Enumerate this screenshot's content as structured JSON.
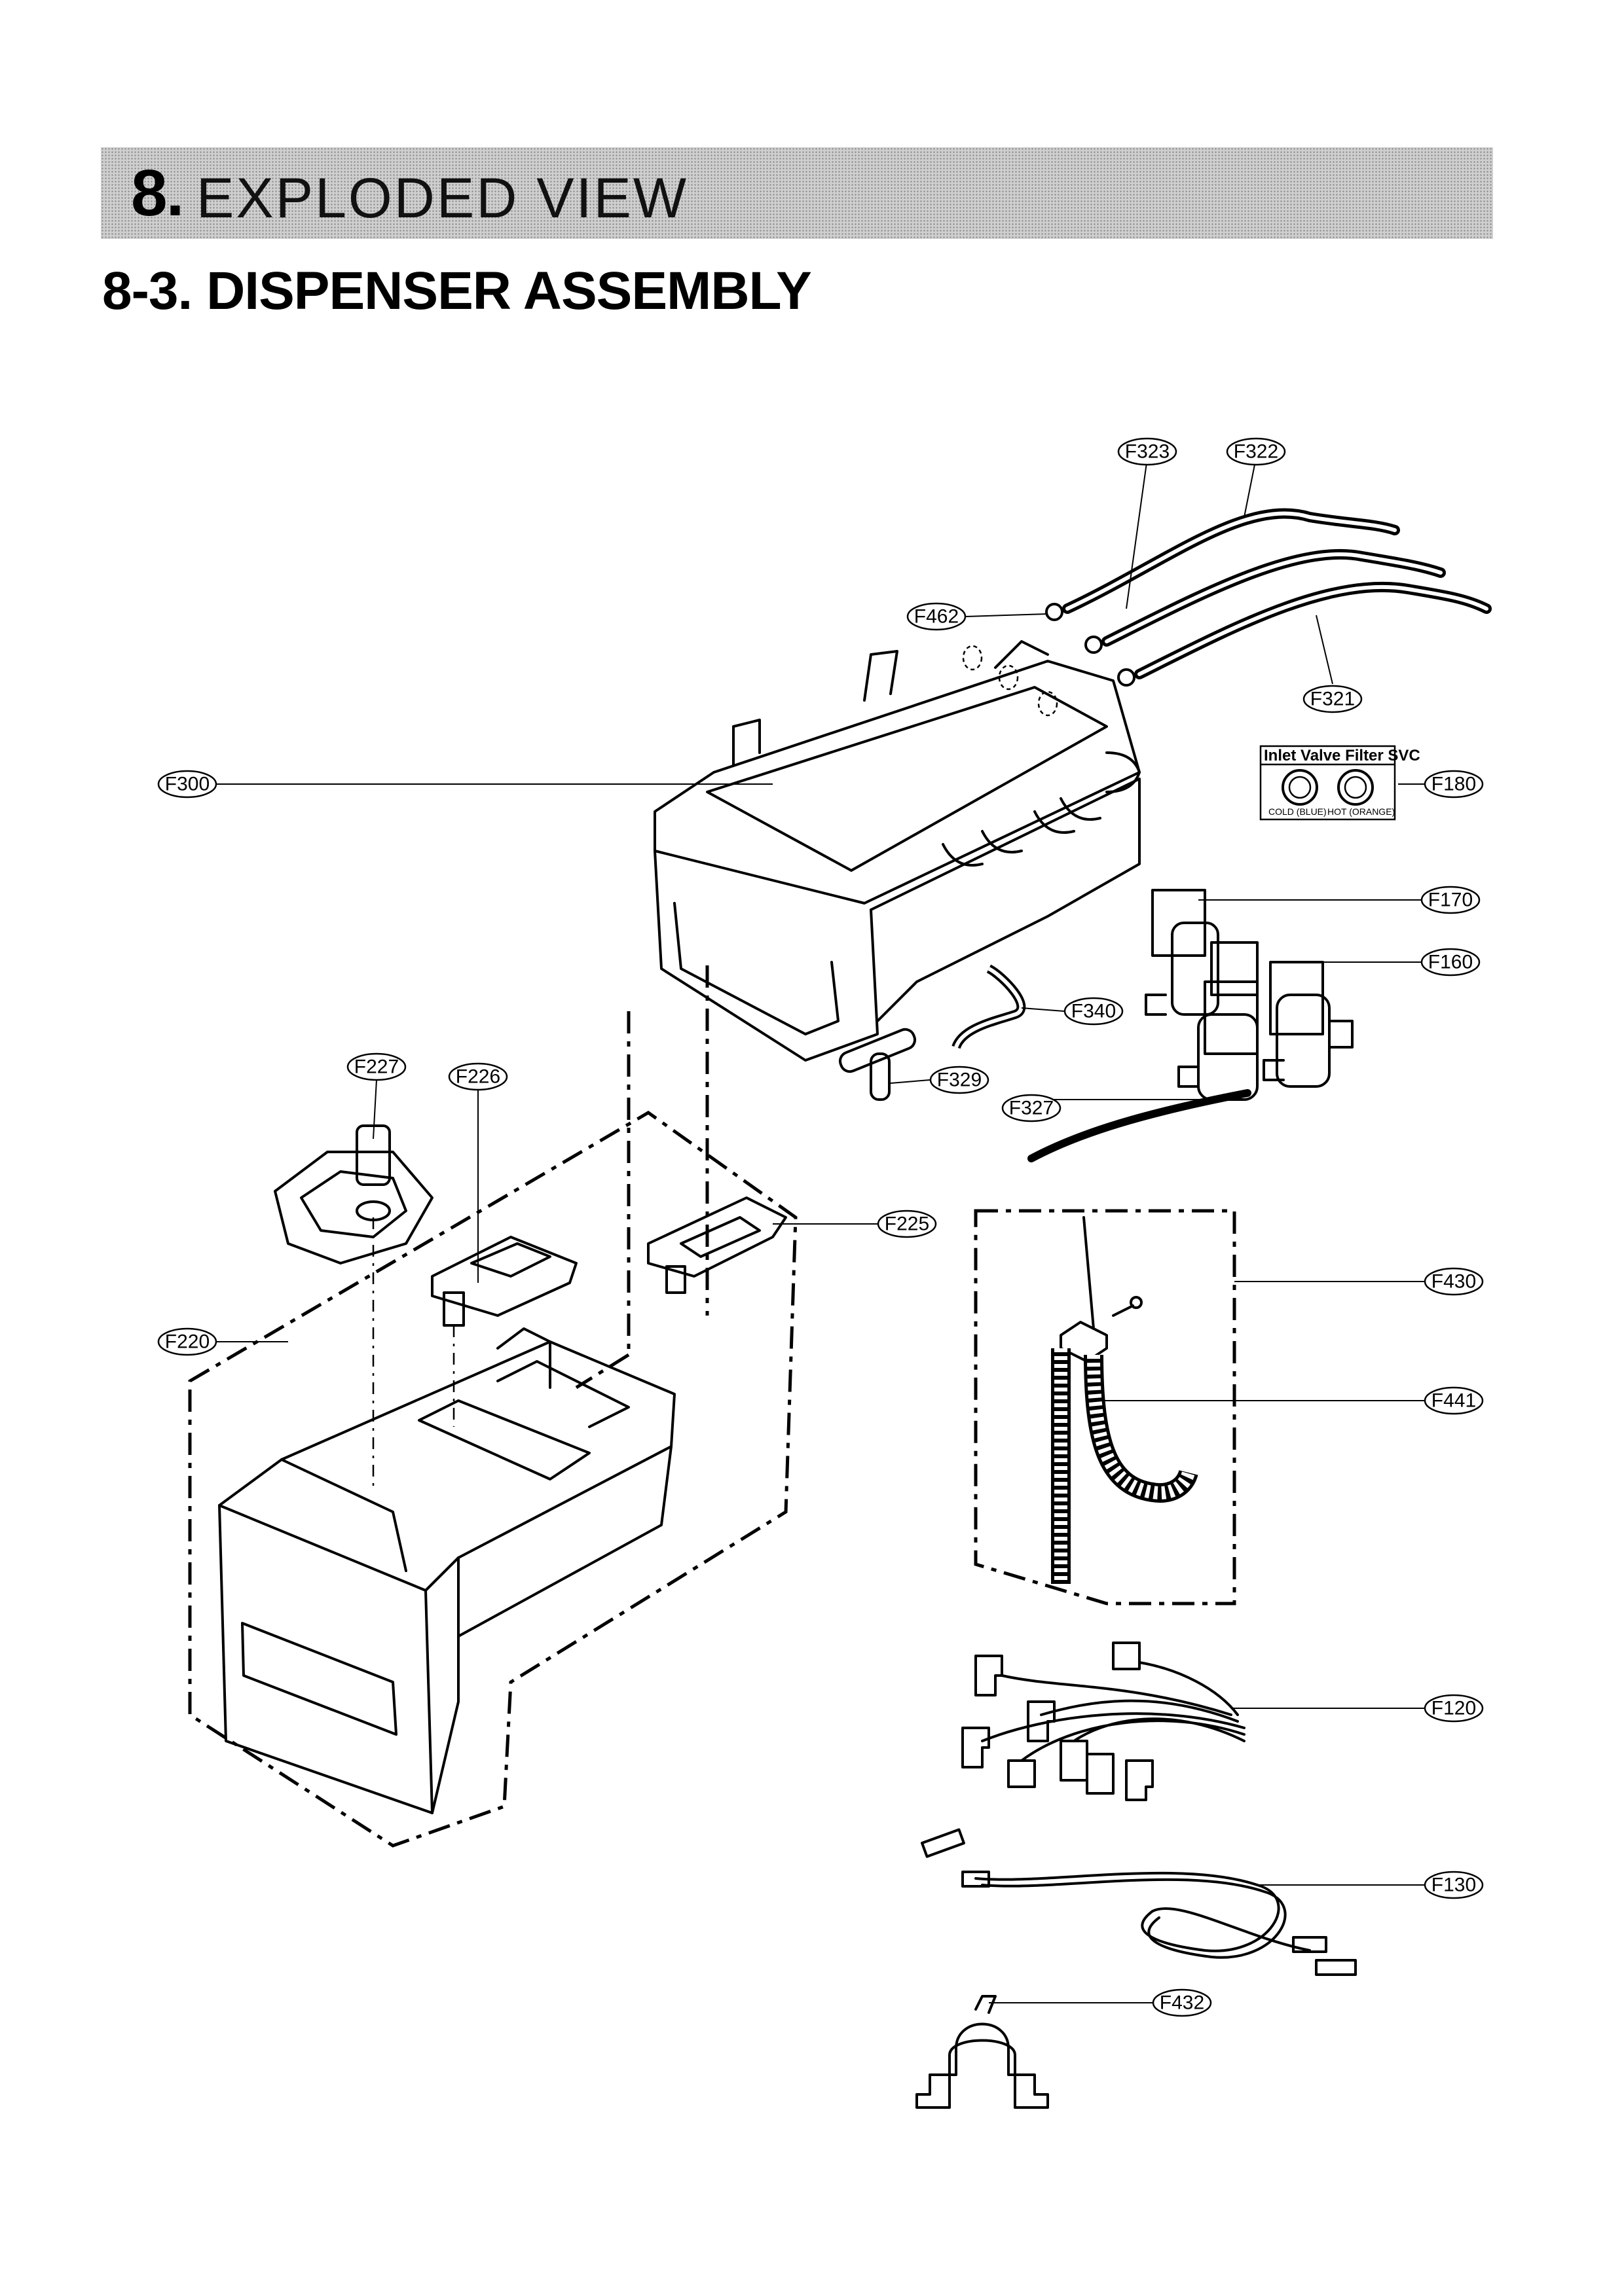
{
  "header": {
    "section_number": "8.",
    "section_title": "EXPLODED VIEW",
    "subsection_title": "8-3. DISPENSER ASSEMBLY"
  },
  "callouts": {
    "F323": "F323",
    "F322": "F322",
    "F462": "F462",
    "F321": "F321",
    "F300": "F300",
    "F180": "F180",
    "F170": "F170",
    "F160": "F160",
    "F340": "F340",
    "F329": "F329",
    "F327": "F327",
    "F227": "F227",
    "F226": "F226",
    "F225": "F225",
    "F430": "F430",
    "F220": "F220",
    "F441": "F441",
    "F120": "F120",
    "F130": "F130",
    "F432": "F432"
  },
  "inlet_filter": {
    "title": "Inlet Valve Filter SVC",
    "cold_label": "COLD (BLUE)",
    "hot_label": "HOT (ORANGE)"
  }
}
